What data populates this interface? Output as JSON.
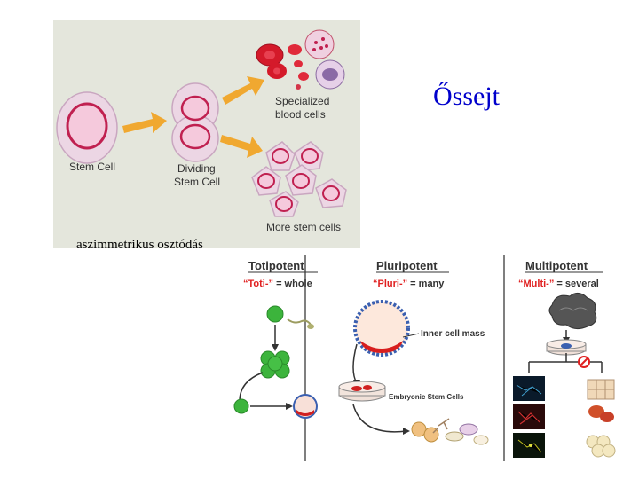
{
  "title": "Őssejt",
  "caption": "aszimmetrikus osztódás",
  "top_diagram": {
    "stem_cell": "Stem Cell",
    "dividing_line1": "Dividing",
    "dividing_line2": "Stem Cell",
    "specialized_line1": "Specialized",
    "specialized_line2": "blood cells",
    "more_stem": "More stem cells",
    "colors": {
      "background": "#e4e6dc",
      "arrow": "#f0a830",
      "cell_fill": "#f3cfe0",
      "cell_ring": "#c02050"
    }
  },
  "potency": {
    "toti_title": "Totipotent",
    "toti_def_term": "“Toti-”",
    "toti_def_rest": " = whole",
    "pluri_title": "Pluripotent",
    "pluri_def_term": "“Pluri-”",
    "pluri_def_rest": " = many",
    "multi_title": "Multipotent",
    "multi_def_term": "“Multi-”",
    "multi_def_rest": " = several",
    "inner_cell_mass": "Inner cell mass",
    "embryonic": "Embryonic Stem Cells",
    "colors": {
      "term": "#e02020",
      "heading": "#333333",
      "green": "#3cb43c",
      "blue_ring": "#3a5fb0"
    }
  }
}
